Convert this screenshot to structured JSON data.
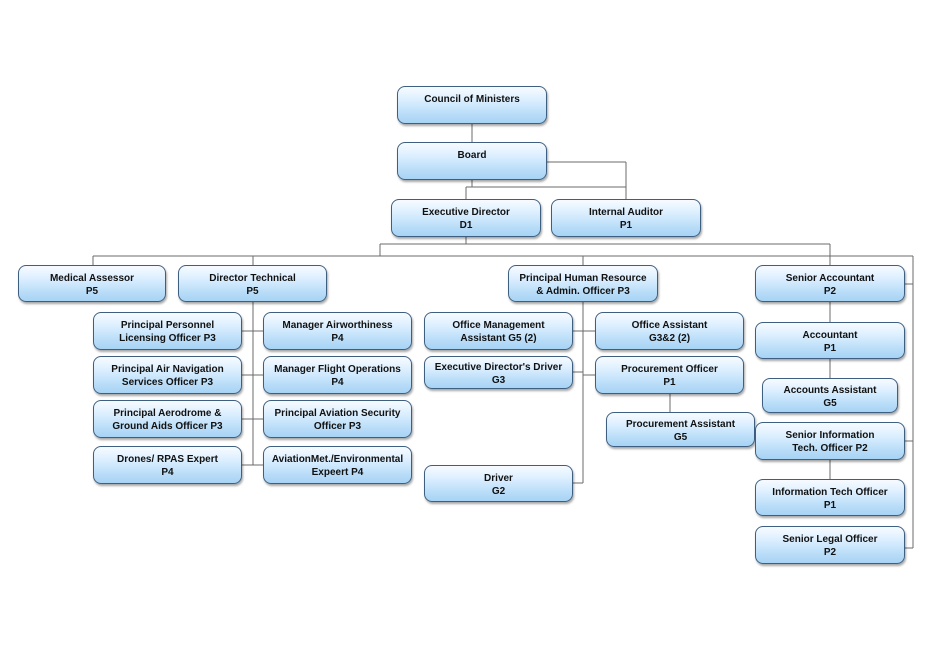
{
  "nodes": {
    "council_of_ministers": {
      "line1": "Council of Ministers"
    },
    "board": {
      "line1": "Board"
    },
    "executive_director": {
      "line1": "Executive Director",
      "line2": "D1"
    },
    "internal_auditor": {
      "line1": "Internal Auditor",
      "line2": "P1"
    },
    "medical_assessor": {
      "line1": "Medical Assessor",
      "line2": "P5"
    },
    "director_technical": {
      "line1": "Director Technical",
      "line2": "P5"
    },
    "principal_hr_admin": {
      "line1": "Principal Human Resource",
      "line2": "& Admin. Officer P3"
    },
    "senior_accountant": {
      "line1": "Senior Accountant",
      "line2": "P2"
    },
    "principal_personnel_licensing": {
      "line1": "Principal Personnel",
      "line2": "Licensing Officer P3"
    },
    "principal_air_navigation": {
      "line1": "Principal Air Navigation",
      "line2": "Services Officer P3"
    },
    "principal_aerodrome": {
      "line1": "Principal Aerodrome &",
      "line2": "Ground Aids Officer P3"
    },
    "drones_rpas_expert": {
      "line1": "Drones/ RPAS Expert",
      "line2": "P4"
    },
    "manager_airworthiness": {
      "line1": "Manager Airworthiness",
      "line2": "P4"
    },
    "manager_flight_operations": {
      "line1": "Manager Flight Operations",
      "line2": "P4"
    },
    "principal_aviation_security": {
      "line1": "Principal Aviation Security",
      "line2": "Officer P3"
    },
    "aviation_met_environmental": {
      "line1": "AviationMet./Environmental",
      "line2": "Expeert P4"
    },
    "office_management_assistant": {
      "line1": "Office Management",
      "line2": "Assistant G5 (2)"
    },
    "office_assistant": {
      "line1": "Office Assistant",
      "line2": "G3&2 (2)"
    },
    "executive_directors_driver": {
      "line1": "Executive Director's Driver",
      "line2": "G3"
    },
    "procurement_officer": {
      "line1": "Procurement Officer",
      "line2": "P1"
    },
    "procurement_assistant": {
      "line1": "Procurement Assistant",
      "line2": "G5"
    },
    "driver": {
      "line1": "Driver",
      "line2": "G2"
    },
    "accountant": {
      "line1": "Accountant",
      "line2": "P1"
    },
    "accounts_assistant": {
      "line1": "Accounts Assistant",
      "line2": "G5"
    },
    "senior_information_tech_officer": {
      "line1": "Senior Information",
      "line2": "Tech. Officer P2"
    },
    "information_tech_officer": {
      "line1": "Information Tech Officer",
      "line2": "P1"
    },
    "senior_legal_officer": {
      "line1": "Senior Legal Officer",
      "line2": "P2"
    }
  },
  "colors": {
    "box_border": "#3f5f80",
    "box_fill_top": "#f7fbff",
    "box_fill_bottom": "#a6d3f5",
    "connector": "#6b6b6b"
  }
}
